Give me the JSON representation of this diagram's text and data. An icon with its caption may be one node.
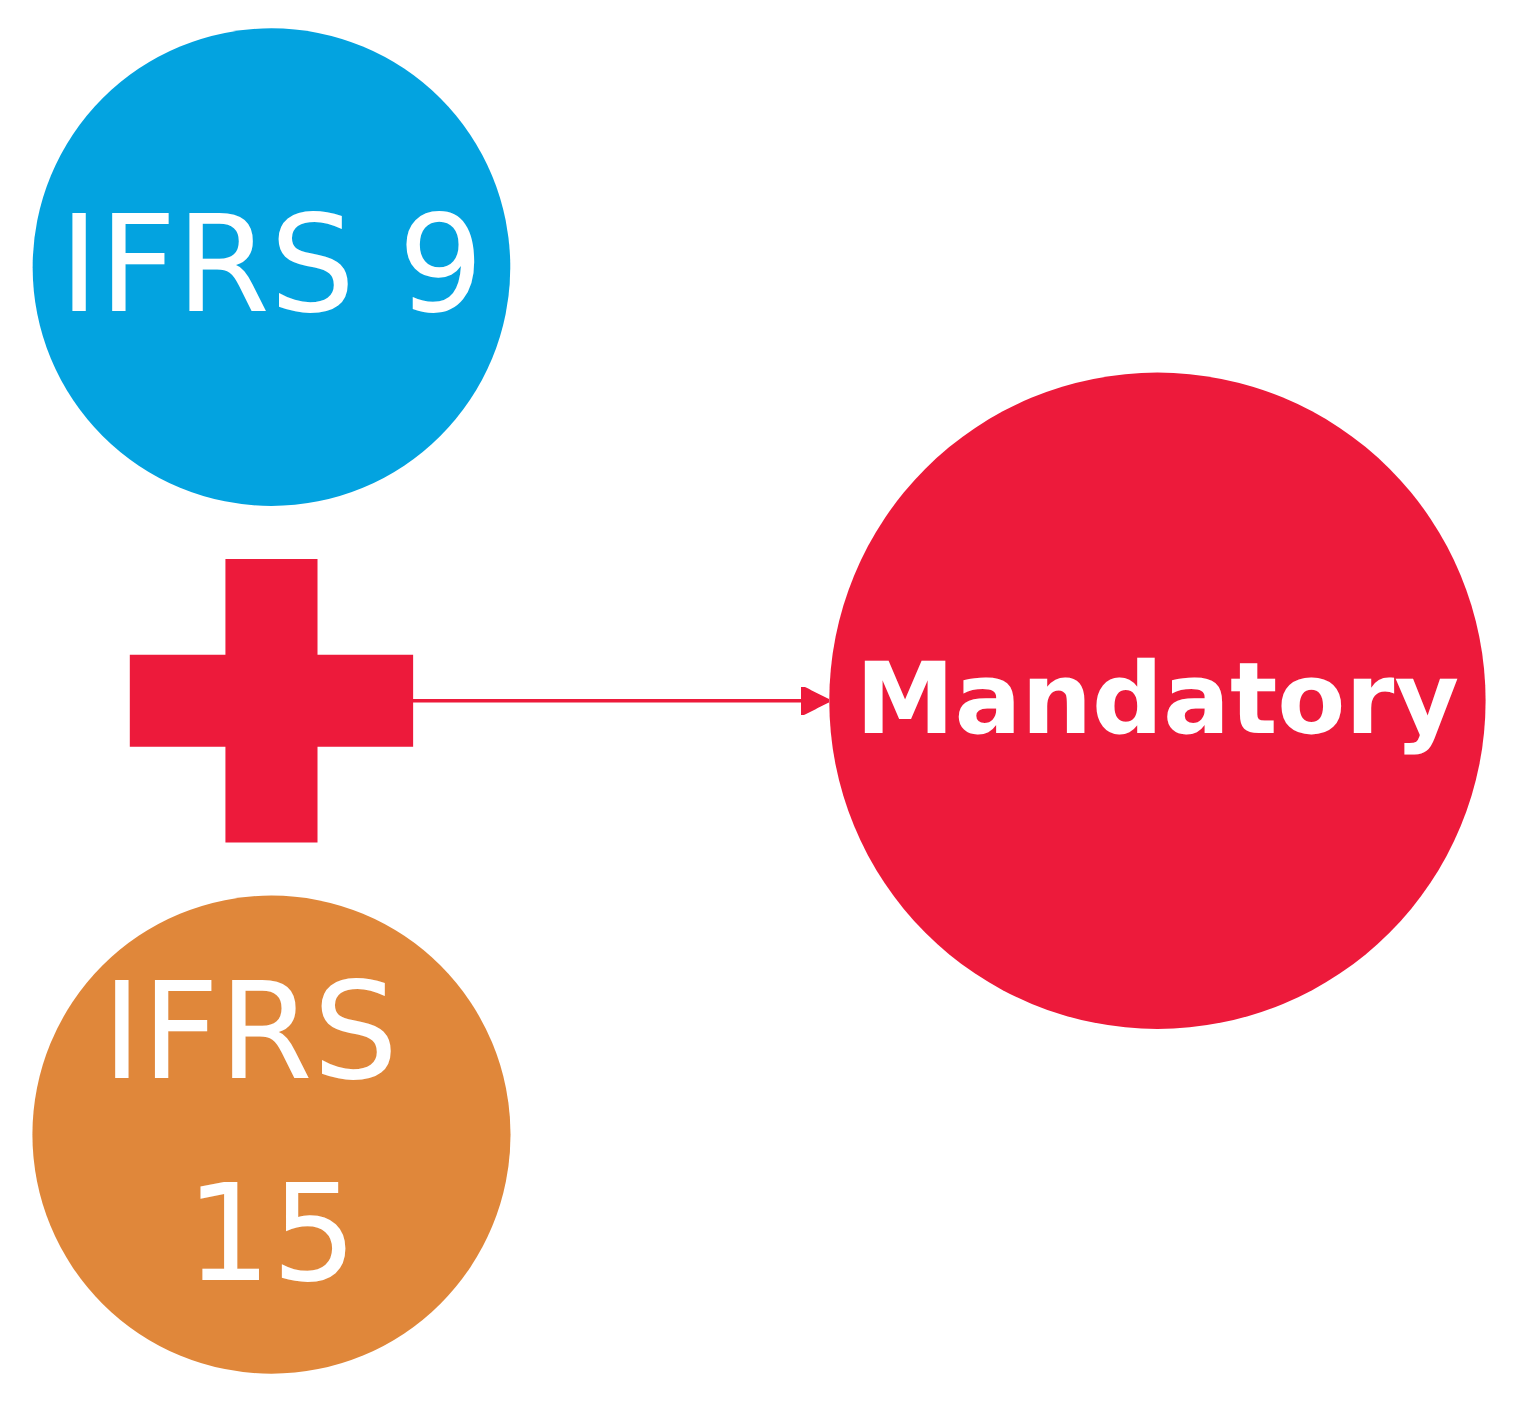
{
  "diagram": {
    "nodes": [
      {
        "text": [
          "IFRS 9"
        ]
      },
      {
        "text": [],
        "shape": "plus"
      },
      {
        "text": [
          "IFRS 15"
        ]
      },
      {
        "text": [
          "Mandatory"
        ]
      }
    ],
    "edges": [
      {
        "from": 1,
        "to": 3,
        "arrow": "to",
        "color": "#ed1a3b"
      }
    ]
  }
}
